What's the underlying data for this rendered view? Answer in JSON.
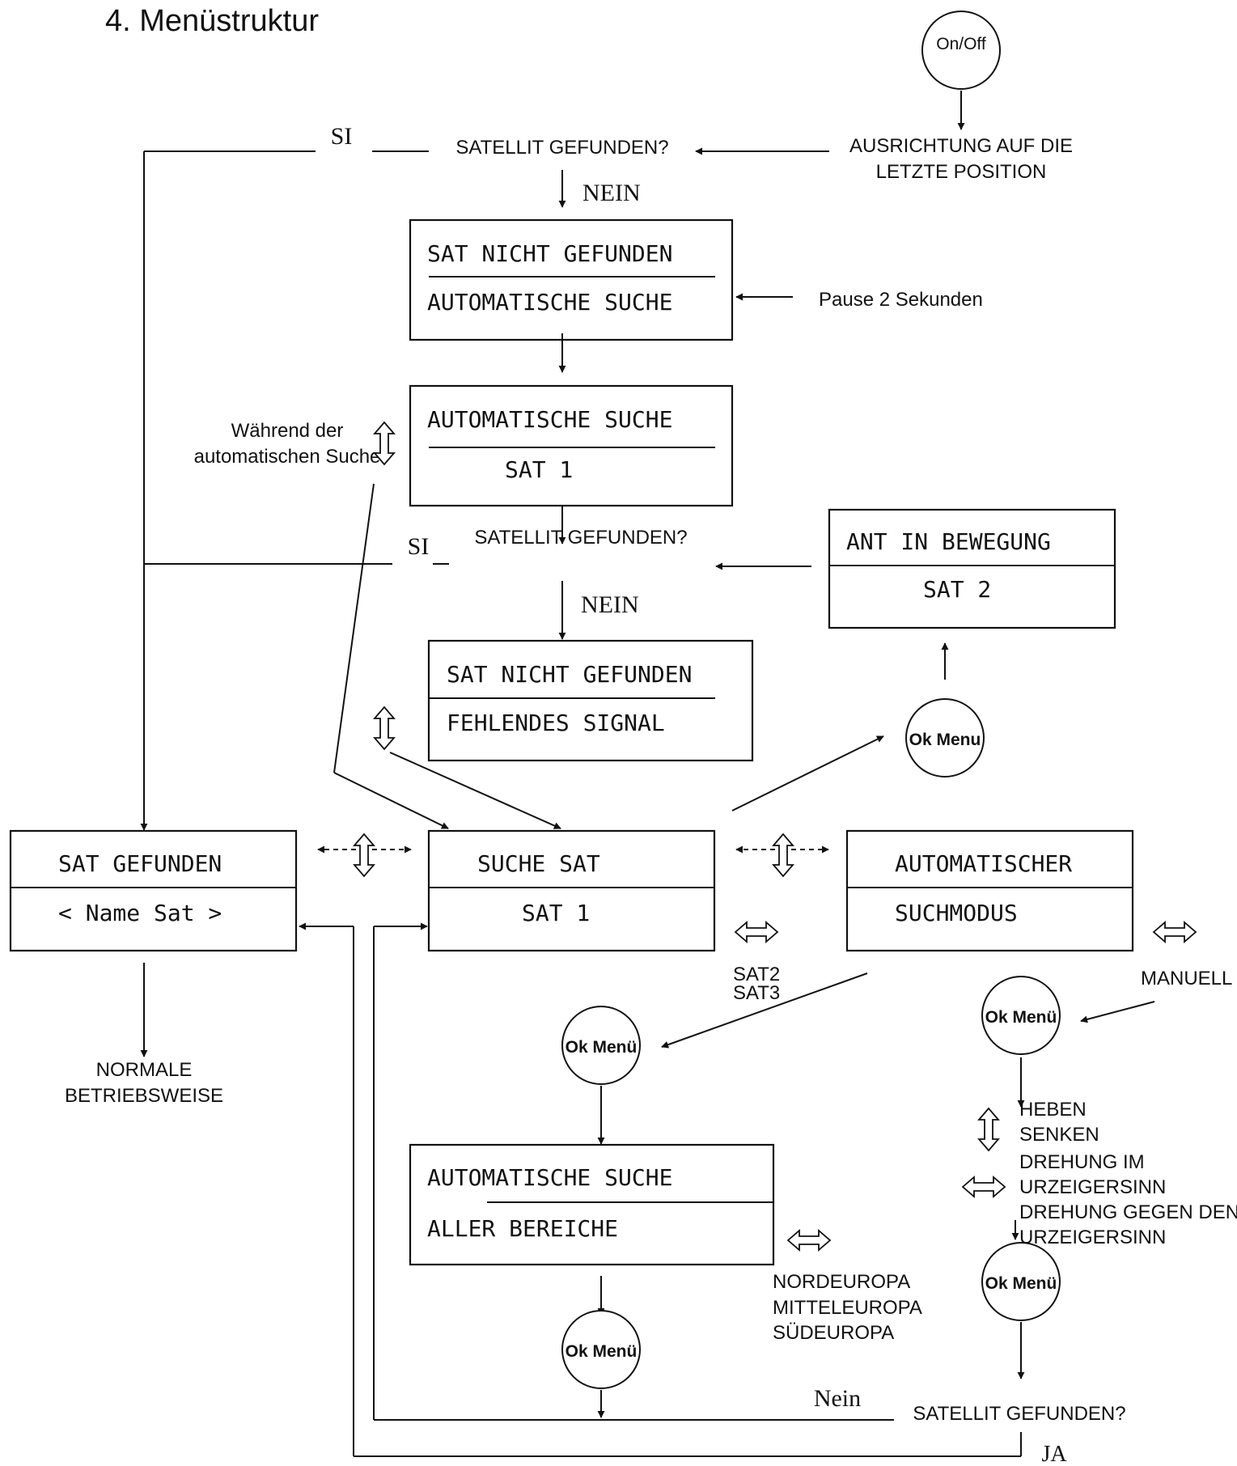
{
  "page_title": "4. Menüstruktur",
  "power_button": "On/Off",
  "ok_menu_1": "Ok Menu",
  "ok_menu_2": "Ok Menü",
  "steps": {
    "align_last_position": [
      "AUSRICHTUNG AUF DIE",
      "LETZTE POSITION"
    ],
    "sat_found_question_1": "SATELLIT GEFUNDEN?",
    "sat_found_question_2": "SATELLIT GEFUNDEN?",
    "sat_found_question_3": "SATELLIT GEFUNDEN?",
    "yes_1": "SI",
    "yes_2": "SI",
    "no_1": "NEIN",
    "no_2": "NEIN",
    "pause": "Pause 2 Sekunden",
    "during_auto_search": [
      "Während der",
      "automatischen Suche"
    ],
    "normal_operation": [
      "NORMALE",
      "BETRIEBSWEISE"
    ],
    "sat_options": [
      "SAT2",
      "SAT3"
    ],
    "manual": "MANUELL",
    "manual_actions": [
      "HEBEN",
      "SENKEN",
      "DREHUNG IM",
      "URZEIGERSINN",
      "DREHUNG GEGEN DEN",
      "URZEIGERSINN"
    ],
    "regions": [
      "NORDEUROPA",
      "MITTELEUROPA",
      "SÜDEUROPA"
    ],
    "nein_bottom": "Nein",
    "ja_bottom": "JA"
  },
  "screens": {
    "sat_not_found_auto": [
      "SAT NICHT GEFUNDEN",
      "AUTOMATISCHE SUCHE"
    ],
    "auto_search_sat1": [
      "AUTOMATISCHE SUCHE",
      "SAT 1"
    ],
    "ant_moving": [
      "ANT IN BEWEGUNG",
      "SAT 2"
    ],
    "sat_not_found_signal": [
      "SAT NICHT GEFUNDEN",
      "FEHLENDES SIGNAL"
    ],
    "sat_found": [
      "SAT GEFUNDEN",
      "< Name Sat >"
    ],
    "search_sat": [
      "SUCHE SAT",
      "SAT 1"
    ],
    "auto_search_mode": [
      "AUTOMATISCHER",
      "SUCHMODUS"
    ],
    "auto_search_all": [
      "AUTOMATISCHE SUCHE",
      "ALLER BEREICHE"
    ]
  }
}
